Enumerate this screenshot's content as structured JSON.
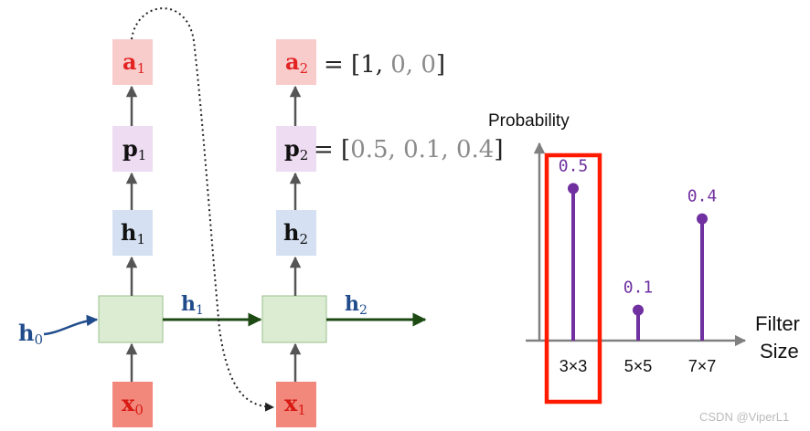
{
  "colors": {
    "a_box": "#f9cccc",
    "a_text": "#e32222",
    "p_box": "#eedcf3",
    "h_box": "#d5e1f3",
    "cell_box": "#dbecd3",
    "cell_border": "#9bbf8c",
    "x_box": "#f2877c",
    "x_text": "#d71a12",
    "h_text": "#204c8c",
    "recurrent_arrow": "#1d4a12",
    "stem": "#7030a0",
    "highlight": "#ff1a00",
    "axis": "#808080"
  },
  "rnn": {
    "step1": {
      "a": {
        "base": "a",
        "sub": "1"
      },
      "p": {
        "base": "p",
        "sub": "1"
      },
      "h": {
        "base": "h",
        "sub": "1"
      },
      "x": {
        "base": "x",
        "sub": "0"
      }
    },
    "step2": {
      "a": {
        "base": "a",
        "sub": "2"
      },
      "p": {
        "base": "p",
        "sub": "2"
      },
      "h": {
        "base": "h",
        "sub": "2"
      },
      "x": {
        "base": "x",
        "sub": "1"
      }
    },
    "h0": {
      "base": "h",
      "sub": "0"
    },
    "edge1": {
      "base": "h",
      "sub": "1"
    },
    "edge2": {
      "base": "h",
      "sub": "2"
    }
  },
  "equations": {
    "a2": {
      "prefix": "= [1, ",
      "muted": "0, 0",
      "suffix": "]"
    },
    "p2": {
      "prefix": "= [",
      "muted": "0.5, 0.1, 0.4",
      "suffix": "]"
    }
  },
  "chart_data": {
    "type": "stem",
    "ylabel": "Probability",
    "xlabel_line1": "Filter",
    "xlabel_line2": "Size",
    "categories": [
      "3×3",
      "5×5",
      "7×7"
    ],
    "values": [
      0.5,
      0.1,
      0.4
    ],
    "value_labels": [
      "0.5",
      "0.1",
      "0.4"
    ],
    "ylim": [
      0,
      0.75
    ],
    "highlighted_category": "3×3"
  },
  "watermark": "CSDN @ViperL1"
}
